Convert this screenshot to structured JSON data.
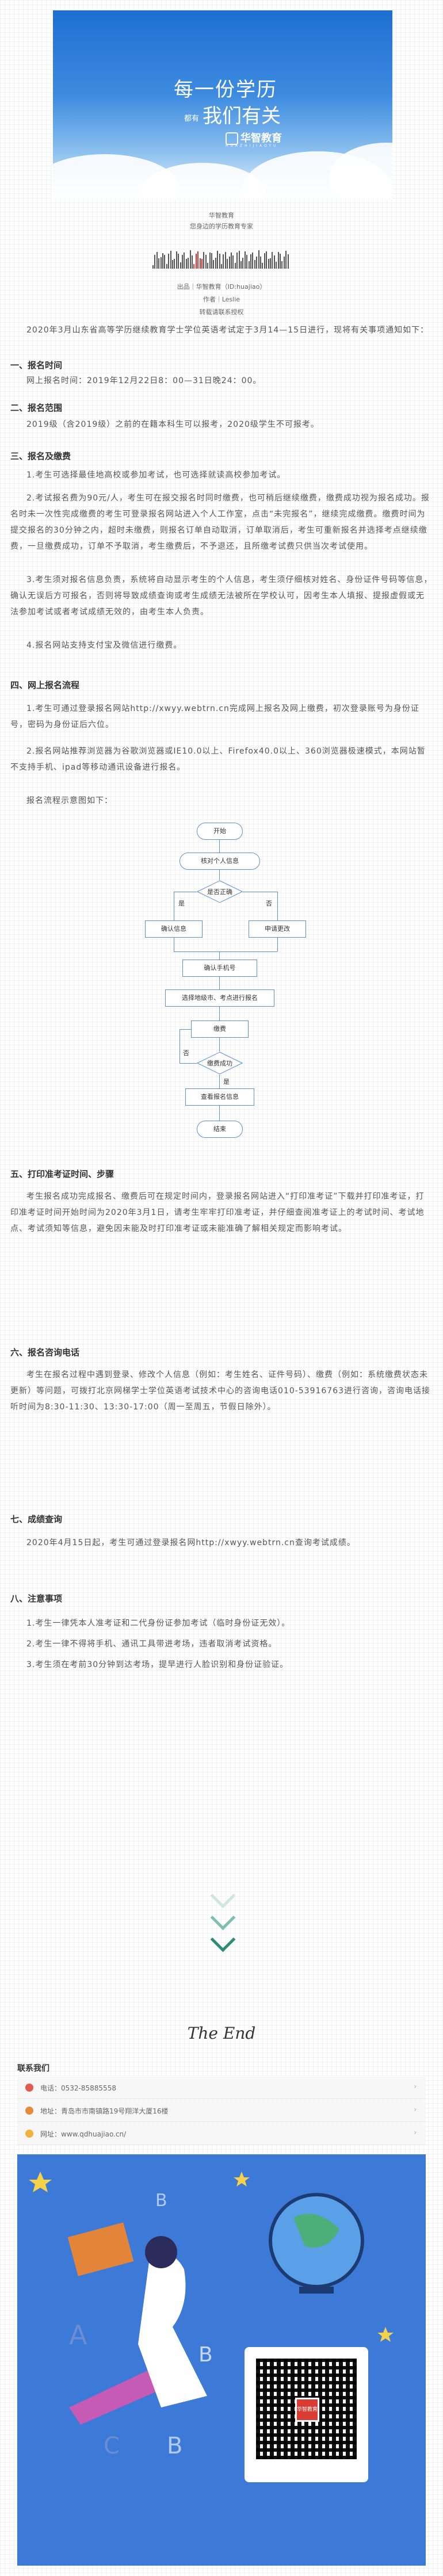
{
  "banner": {
    "title": "每一份学历",
    "sub_small": "都有",
    "sub": "我们有关",
    "logo": "华智教育",
    "tag": "HUAZHIJIAOYU"
  },
  "intro": {
    "line1": "华智教育",
    "line2": "您身边的学历教育专家"
  },
  "source": {
    "line1": "出品｜华智教育（ID:huajiao）",
    "line2": "作者｜Leslie",
    "line3": "转载请联系授权"
  },
  "article": {
    "lead": "2020年3月山东省高等学历继续教育学士学位英语考试定于3月14—15日进行，现将有关事项通知如下：",
    "s1_title": "一、报名时间",
    "s1_text": "网上报名时间：2019年12月22日8：00—31日晚24：00。",
    "s2_title": "二、报名范围",
    "s2_text": "2019级（含2019级）之前的在籍本科生可以报考，2020级学生不可报考。",
    "s3_title": "三、报名及缴费",
    "s3_p1": "1.考生可选择最佳地高校或参加考试，也可选择就读高校参加考试。",
    "s3_p2": "2.考试报名费为90元/人，考生可在报交报名时同时缴费，也可稍后继续缴费，缴费成功视为报名成功。报名时未一次性完成缴费的考生可登录报名网站进入个人工作室，点击“未完报名”，继续完成缴费。缴费时间为提交报名的30分钟之内，超时未缴费，则报名订单自动取消，订单取消后，考生可重新报名并选择考点继续缴费，一旦缴费成功，订单不予取消，考生缴费后，不予退还，且所缴考试费只供当次考试使用。",
    "s3_p3": "3.考生须对报名信息负责，系统将自动显示考生的个人信息，考生须仔细核对姓名、身份证件号码等信息，确认无误后方可报名，否则将导致成绩查询或考生成绩无法被所在学校认可，因考生本人填报、提报虚假或无法参加考试或者考试成绩无效的，由考生本人负责。",
    "s3_p4": "4.报名网站支持支付宝及微信进行缴费。",
    "s4_title": "四、网上报名流程",
    "s4_p1": "1.考生可通过登录报名网站http://xwyy.webtrn.cn完成网上报名及网上缴费，初次登录账号为身份证号，密码为身份证后六位。",
    "s4_p2": "2.报名网站推荐浏览器为谷歌浏览器或IE10.0以上、Firefox40.0以上、360浏览器极速模式，本网站暂不支持手机、ipad等移动通讯设备进行报名。",
    "s4_p3": "报名流程示意图如下：",
    "s5_title": "五、打印准考证时间、步骤",
    "s5_p1": "考生报名成功完成报名、缴费后可在规定时间内，登录报名网站进入“打印准考证”下载并打印准考证，打印准考证时间开始时间为2020年3月1日，请考生牢牢打印准考证，并仔细查阅准考证上的考试时间、考试地点、考试须知等信息，避免因未能及时打印准考证或未能准确了解相关规定而影响考试。",
    "s6_title": "六、报名咨询电话",
    "s6_p1": "考生在报名过程中遇到登录、修改个人信息（例如：考生姓名、证件号码）、缴费（例如：系统缴费状态未更新）等问题，可拨打北京网梯学士学位英语考试技术中心的咨询电话010-53916763进行咨询，咨询电话接听时间为8:30-11:30、13:30-17:00（周一至周五，节假日除外）。",
    "s7_title": "七、成绩查询",
    "s7_p1": "2020年4月15日起，考生可通过登录报名网http://xwyy.webtrn.cn查询考试成绩。",
    "s8_title": "八、注意事项",
    "s8_p1": "1.考生一律凭本人准考证和二代身份证参加考试（临时身份证无效）。",
    "s8_p2": "2.考生一律不得将手机、通讯工具带进考场，违者取消考试资格。",
    "s8_p3": "3.考生须在考前30分钟到达考场，提早进行人脸识别和身份证验证。"
  },
  "flow": {
    "start": "开始",
    "check_info": "核对个人信息",
    "is_correct": "是否正确",
    "yes": "是",
    "no": "否",
    "confirm_info": "确认信息",
    "apply_change": "申请更改",
    "confirm_phone": "确认手机号",
    "choose_site": "选择地级市、考点进行报名",
    "pay": "缴费",
    "pay_ok": "缴费成功",
    "fail": "否",
    "success": "是",
    "view_info": "查看报名信息",
    "end": "结束"
  },
  "end_text": "The End",
  "contact": {
    "title": "联系我们",
    "phone_label": "电话：",
    "phone": "0532-85885558",
    "addr_label": "地址：",
    "addr": "青岛市市南镇路19号翔洋大厦16楼",
    "web_label": "网址：",
    "web": "www.qdhuajiao.cn/"
  },
  "qr_logo": "华智教育"
}
